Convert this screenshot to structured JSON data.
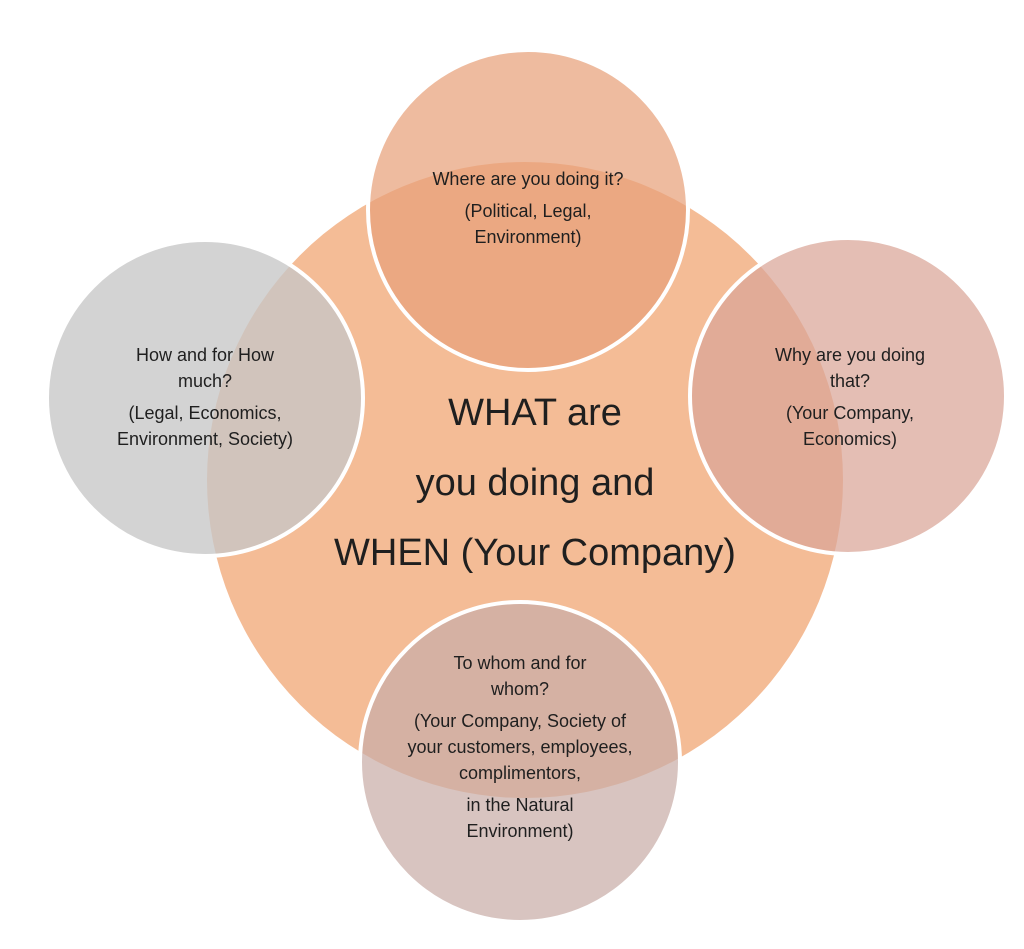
{
  "center": {
    "lines": [
      "WHAT are",
      "you doing and",
      "WHEN (Your Company)"
    ]
  },
  "top": {
    "question": "Where are you doing it?",
    "detail": "(Political, Legal, Environment)"
  },
  "left": {
    "question": "How and for How much?",
    "detail": "(Legal, Economics, Environment, Society)"
  },
  "right": {
    "question": "Why are you doing that?",
    "detail": "(Your Company, Economics)"
  },
  "bottom": {
    "question": "To whom and for whom?",
    "detail": "(Your Company, Society of your customers, employees, complimentors,",
    "detail2": "in the Natural Environment)"
  },
  "colors": {
    "center": "#f4bc96",
    "top": "#e8a17a",
    "left": "#c6c6c6",
    "right": "#d9a597",
    "bottom": "#c9ada8",
    "outline": "#ffffff"
  }
}
